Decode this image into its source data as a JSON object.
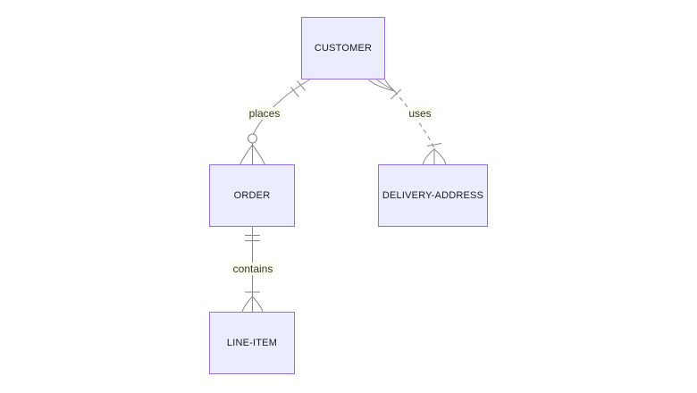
{
  "diagram": {
    "kind": "entity-relationship-diagram",
    "notation": "crows-foot",
    "entities": [
      {
        "id": "customer",
        "label": "CUSTOMER"
      },
      {
        "id": "order",
        "label": "ORDER"
      },
      {
        "id": "delivery-address",
        "label": "DELIVERY-ADDRESS"
      },
      {
        "id": "line-item",
        "label": "LINE-ITEM"
      }
    ],
    "relationships": [
      {
        "id": "places",
        "label": "places",
        "from": "CUSTOMER",
        "to": "ORDER",
        "from_cardinality": "exactly-one",
        "to_cardinality": "zero-or-many",
        "line_style": "solid"
      },
      {
        "id": "uses",
        "label": "uses",
        "from": "CUSTOMER",
        "to": "DELIVERY-ADDRESS",
        "from_cardinality": "one-or-many",
        "to_cardinality": "one-or-many",
        "line_style": "dashed"
      },
      {
        "id": "contains",
        "label": "contains",
        "from": "ORDER",
        "to": "LINE-ITEM",
        "from_cardinality": "exactly-one",
        "to_cardinality": "one-or-many",
        "line_style": "solid"
      }
    ],
    "colors": {
      "entity_fill": "#ECECFF",
      "entity_border": "#9370DB",
      "entity_text": "#1a1a1a",
      "line": "#888888",
      "label_bg": "#f9ffec",
      "label_text": "#333333"
    }
  }
}
